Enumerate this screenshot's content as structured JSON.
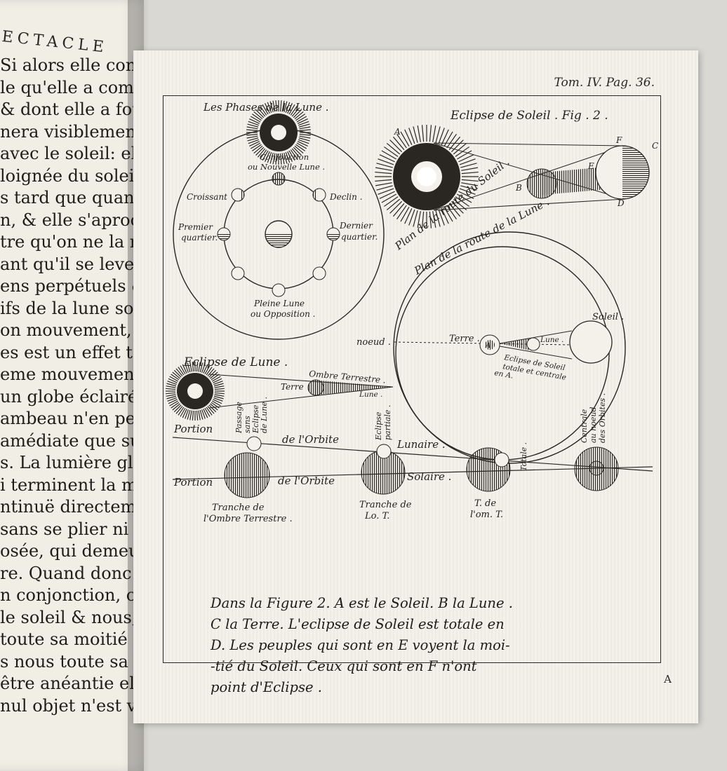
{
  "left_page": {
    "header": "ECTACLE",
    "lines": [
      "Si alors elle continu",
      "le qu'elle a commen",
      "& dont elle a fourni la",
      "nera visiblement de fon",
      "avec le soleil: elle fer",
      "loignée du soleil: c",
      "s tard que quand ell",
      "n, & elle s'aproche",
      "tre qu'on ne la renco",
      "ant qu'il se leve.",
      "ens perpétuels & les ré",
      "ifs de la lune sont un",
      "on mouvement, la d",
      "es est un effet tout au",
      "eme mouvement. Per",
      "un globe éclairé par le",
      "ambeau n'en peut reco",
      "amédiate que sur l'un",
      "s. La lumière glisse",
      "i terminent la moiti",
      "ntinuë directement fu",
      "sans se plier ni s'abaisse",
      "osée, qui demeure n",
      "re. Quand donc le glob",
      "n conjonction, c'est-à",
      "le soleil & nous, el",
      "toute sa moitié éclairé",
      "s nous toute sa moitié",
      "être anéantie elle étoi",
      "nul objet n'est visibl"
    ]
  },
  "plate": {
    "reference": "Tom. IV. Pag. 36.",
    "corner_letter": "A",
    "phases": {
      "title": "Les Phases de la Lune .",
      "conjonction_1": "Conjonction",
      "conjonction_2": "ou Nouvelle Lune .",
      "croissant": "Croissant",
      "declin": "Declin .",
      "premier_1": "Premier",
      "premier_2": "quartier.",
      "dernier_1": "Dernier",
      "dernier_2": "quartier.",
      "pleine_1": "Pleine Lune",
      "pleine_2": "ou Opposition ."
    },
    "solar_eclipse": {
      "title": "Eclipse de Soleil . Fig . 2 .",
      "label_a": "A",
      "label_b": "B",
      "label_c": "C",
      "label_d": "D",
      "label_e": "E",
      "label_f": "F"
    },
    "orbit_diagram": {
      "plan_soleil": "Plan de la route du Soleil .",
      "plan_lune": "Plan de la route de la Lune .",
      "noeud": "noeud .",
      "terre": "Terre .",
      "a": "A",
      "lune": "Lune .",
      "soleil": "Soleil .",
      "eclipse_1": "Eclipse de Soleil",
      "eclipse_2": "totale et centrale",
      "eclipse_3": "en A."
    },
    "lunar_eclipse": {
      "title": "Eclipse de Lune .",
      "ombre": "Ombre Terrestre .",
      "terre": "Terre",
      "lune": "Lune .",
      "portion_1": "Portion",
      "orbite_1": "de l'Orbite",
      "lunaire": "Lunaire .",
      "portion_2": "Portion",
      "orbite_2": "de l'Orbite",
      "solaire": "Solaire .",
      "passage_1": "Passage",
      "passage_2": "sans",
      "passage_3": "Eclipse",
      "passage_4": "de Lune .",
      "partiale_1": "Eclipse",
      "partiale_2": "partiale .",
      "totale": "Totale .",
      "centrale_1": "Centrale",
      "centrale_2": "au noeud",
      "centrale_3": "des Orbites .",
      "tranche_1a": "Tranche de",
      "tranche_1b": "l'Ombre Terrestre .",
      "tranche_2a": "Tranche de",
      "tranche_2b": "Lo. T.",
      "tranche_3a": "T. de",
      "tranche_3b": "l'om. T."
    },
    "caption": [
      "Dans la Figure 2. A est le Soleil. B la Lune .",
      "C la Terre. L'eclipse de Soleil est totale en",
      "D. Les peuples qui sont en E voyent la moi-",
      "-tié du Soleil. Ceux qui sont en F n'ont",
      "point d'Eclipse ."
    ]
  }
}
